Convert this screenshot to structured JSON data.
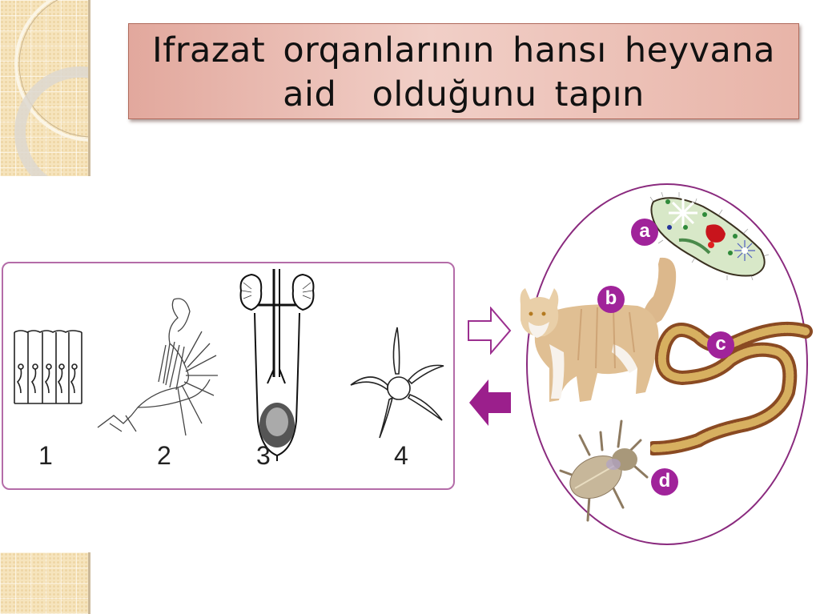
{
  "slide": {
    "title_line1": "Ifrazat orqanlarının hansı heyvana",
    "title_line2": "aid  olduğunu tapın"
  },
  "organs": [
    {
      "number": "1",
      "icon": "protonephridia-icon"
    },
    {
      "number": "2",
      "icon": "malpighian-tubules-icon"
    },
    {
      "number": "3",
      "icon": "kidneys-icon"
    },
    {
      "number": "4",
      "icon": "contractile-vacuole-icon"
    }
  ],
  "arrows": [
    {
      "direction": "right",
      "style": "outline",
      "icon": "arrow-right-outline-icon"
    },
    {
      "direction": "left",
      "style": "filled",
      "icon": "arrow-left-filled-icon"
    }
  ],
  "animals": [
    {
      "label": "a",
      "name": "paramecium",
      "icon": "paramecium-icon"
    },
    {
      "label": "b",
      "name": "cat",
      "icon": "cat-icon"
    },
    {
      "label": "c",
      "name": "earthworm",
      "icon": "earthworm-icon"
    },
    {
      "label": "d",
      "name": "beetle",
      "icon": "beetle-icon"
    }
  ],
  "colors": {
    "accent": "#a0239a",
    "panel_border": "#b46ca8",
    "title_bg": "#e8b4a8"
  }
}
